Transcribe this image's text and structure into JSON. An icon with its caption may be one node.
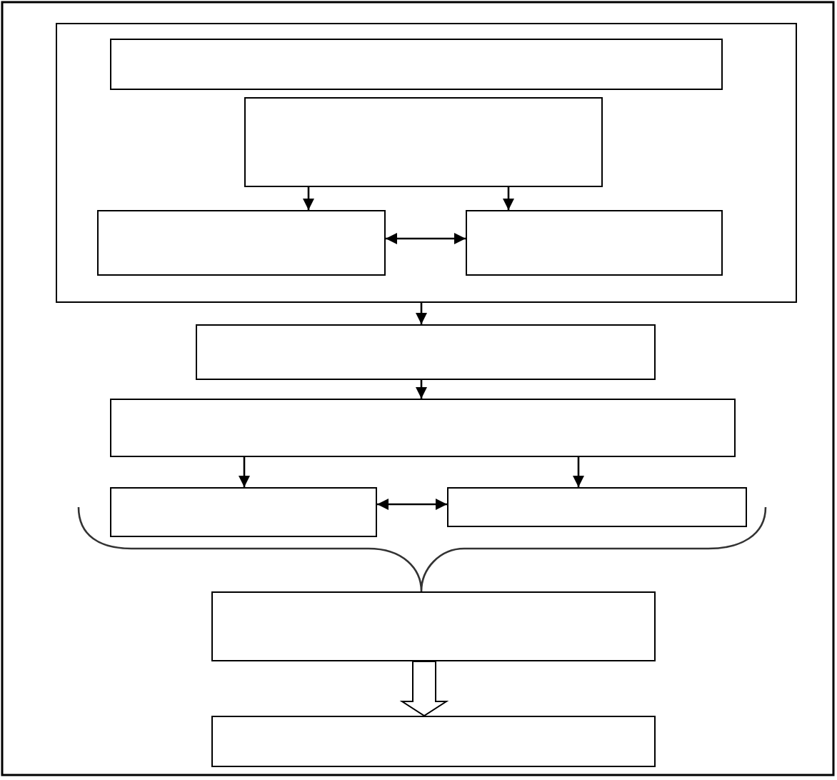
{
  "diagram": {
    "nodes": [
      {
        "text": [],
        "shape": "box"
      },
      {
        "text": [],
        "shape": "box",
        "in": 0
      },
      {
        "text": [],
        "shape": "box",
        "in": 0
      },
      {
        "text": [],
        "shape": "box",
        "in": 0
      },
      {
        "text": [],
        "shape": "box",
        "in": 0
      },
      {
        "text": [],
        "shape": "box"
      },
      {
        "text": [],
        "shape": "box"
      },
      {
        "text": [],
        "shape": "box"
      },
      {
        "text": [],
        "shape": "box"
      },
      {
        "text": [],
        "shape": "box"
      },
      {
        "text": [],
        "shape": "box"
      }
    ],
    "edges": [
      {
        "from": 2,
        "to": 3,
        "arrow": "to"
      },
      {
        "from": 2,
        "to": 4,
        "arrow": "to"
      },
      {
        "from": 3,
        "to": 4,
        "arrow": "both"
      },
      {
        "from": 0,
        "to": 5,
        "arrow": "to"
      },
      {
        "from": 5,
        "to": 6,
        "arrow": "to"
      },
      {
        "from": 6,
        "to": 7,
        "arrow": "to"
      },
      {
        "from": 6,
        "to": 8,
        "arrow": "to"
      },
      {
        "from": 7,
        "to": 8,
        "arrow": "both"
      },
      {
        "from": 9,
        "to": 10,
        "arrow": "to",
        "style": "thick"
      }
    ]
  }
}
